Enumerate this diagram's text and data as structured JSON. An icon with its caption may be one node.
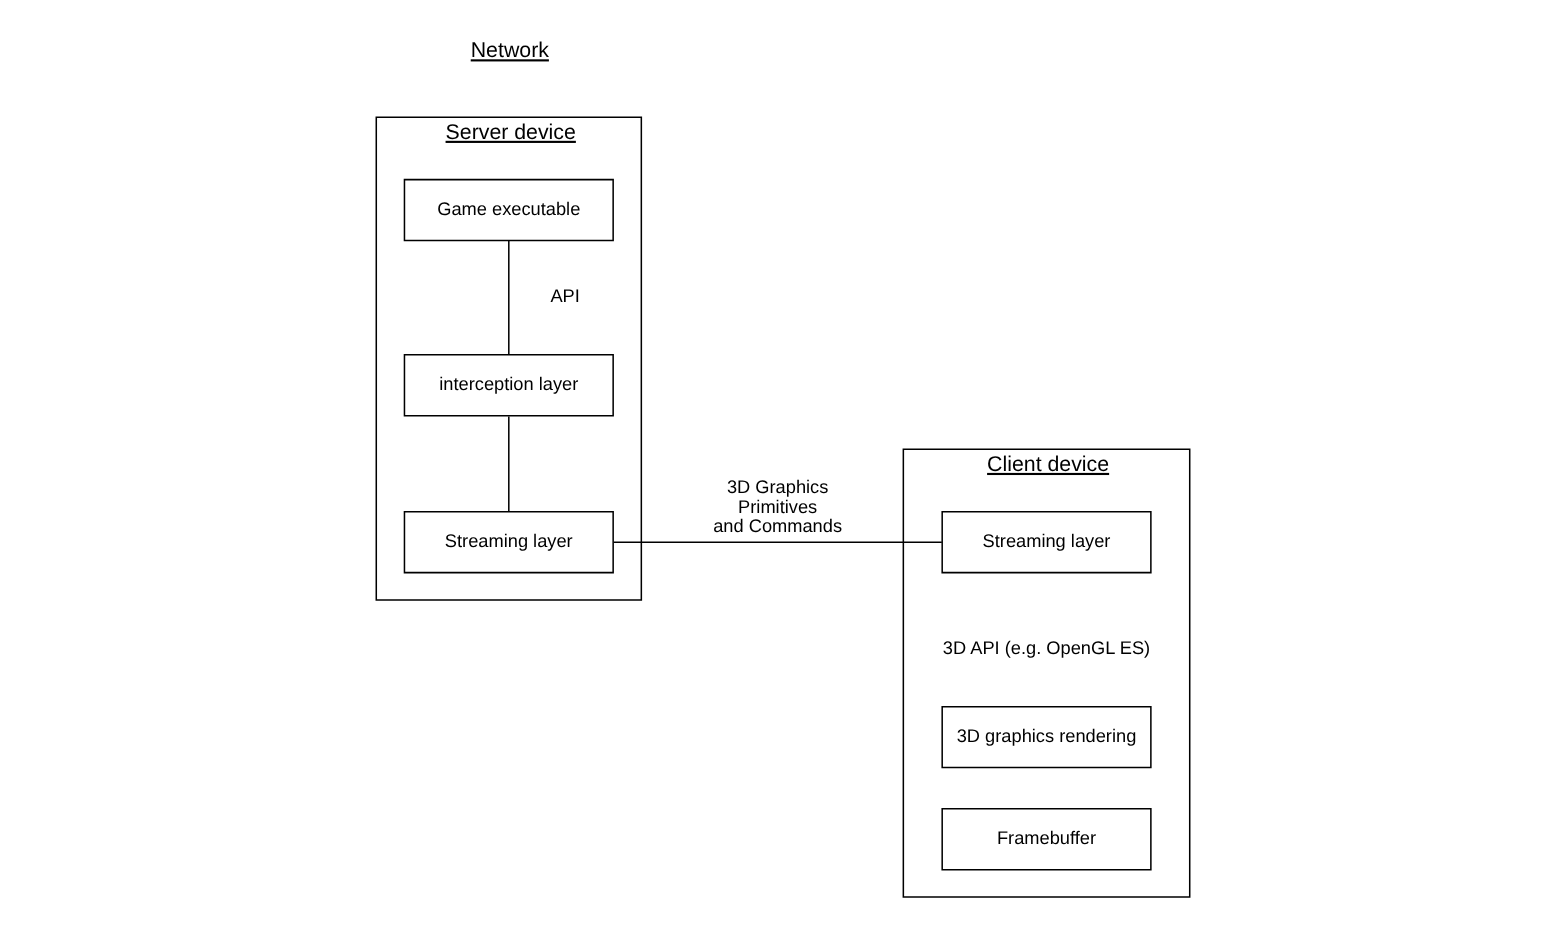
{
  "diagram": {
    "nodes": [
      {
        "text": [
          "Server device"
        ]
      },
      {
        "text": [
          "Game executable"
        ],
        "in": 0
      },
      {
        "text": [
          "interception layer"
        ],
        "in": 0
      },
      {
        "text": [
          "Streaming layer"
        ],
        "in": 0
      },
      {
        "text": [
          "Client device"
        ]
      },
      {
        "text": [
          "Streaming layer"
        ],
        "in": 4
      },
      {
        "text": [
          "3D graphics rendering"
        ],
        "in": 4
      },
      {
        "text": [
          "Framebuffer"
        ],
        "in": 4
      }
    ],
    "edges": [
      {
        "from": 1,
        "to": 2,
        "arrow": "none"
      },
      {
        "from": 2,
        "to": 3,
        "arrow": "none"
      },
      {
        "from": 3,
        "to": 5,
        "arrow": "none",
        "label": "3D Graphics Primitives and Commands"
      }
    ],
    "labels": [
      "Network",
      "API",
      "3D API (e.g. OpenGL ES)"
    ]
  }
}
